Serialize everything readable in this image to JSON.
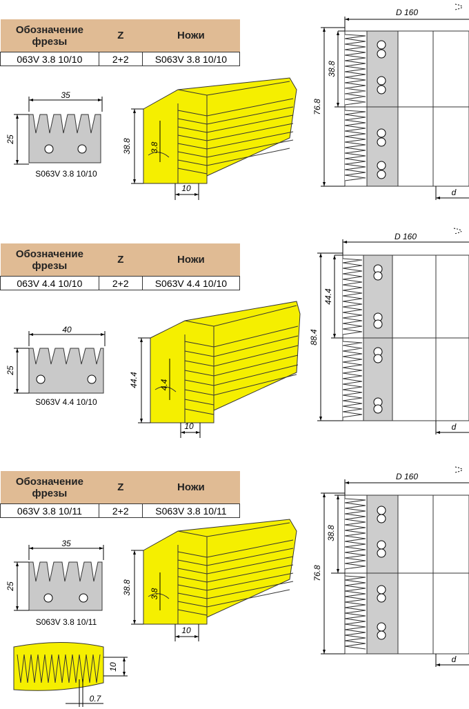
{
  "headers": {
    "designation": "Обозначение\nфрезы",
    "z": "Z",
    "knives": "Ножи"
  },
  "blocks": [
    {
      "designation": "063V 3.8 10/10",
      "z": "2+2",
      "knives": "S063V 3.8 10/10",
      "knife_label": "S063V 3.8 10/10",
      "knife_width": "35",
      "knife_height": "25",
      "profile_height": "38.8",
      "tooth_pitch": "3.8",
      "depth": "10",
      "diameter": "D 160",
      "half_height": "38.8",
      "total_height": "76.8",
      "bore": "d"
    },
    {
      "designation": "063V 4.4 10/10",
      "z": "2+2",
      "knives": "S063V 4.4 10/10",
      "knife_label": "S063V 4.4 10/10",
      "knife_width": "40",
      "knife_height": "25",
      "profile_height": "44.4",
      "tooth_pitch": "4.4",
      "depth": "10",
      "diameter": "D 160",
      "half_height": "44.4",
      "total_height": "88.4",
      "bore": "d"
    },
    {
      "designation": "063V 3.8 10/11",
      "z": "2+2",
      "knives": "S063V 3.8 10/11",
      "knife_label": "S063V 3.8 10/11",
      "knife_width": "35",
      "knife_height": "25",
      "profile_height": "38.8",
      "tooth_pitch": "3.8",
      "depth": "10",
      "diameter": "D 160",
      "half_height": "38.8",
      "total_height": "76.8",
      "bore": "d"
    }
  ],
  "joint_detail": {
    "height": "10",
    "gap": "0.7"
  },
  "colors": {
    "header": "#e0bb94",
    "wood": "#f5ef00",
    "cutter": "#cdcdcd",
    "knife": "#c9c9c9"
  }
}
